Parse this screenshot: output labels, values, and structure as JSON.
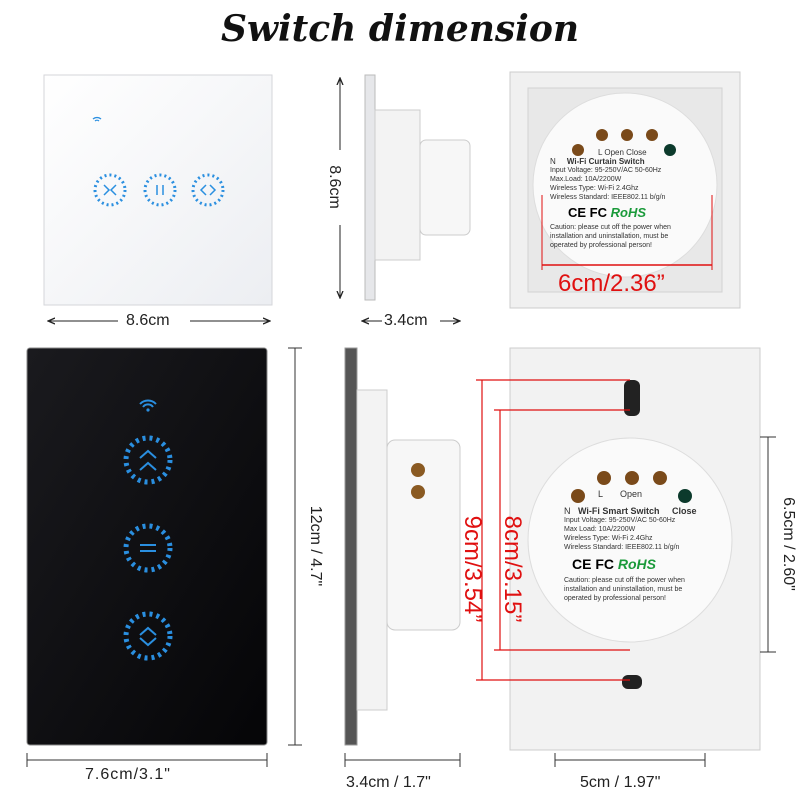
{
  "title": "Switch dimension",
  "top": {
    "front_width": "8.6cm",
    "side_height": "8.6cm",
    "side_depth": "3.4cm",
    "back_dimension": "6cm/2.36”",
    "label": {
      "terminals": "L  Open Close",
      "n": "N",
      "name": "Wi-Fi Curtain Switch",
      "specs": [
        "Input Voltage: 95-250V/AC 50-60Hz",
        "Max.Load: 10A/2200W",
        "Wireless Type: Wi-Fi 2.4Ghz",
        "Wireless Standard: IEEE802.11 b/g/n"
      ],
      "certs": "CE FC",
      "rohs": "RoHS",
      "caution": [
        "Caution: please cut off the power when",
        "installation and uninstallation, must be",
        "operated by professional person!"
      ]
    }
  },
  "bottom": {
    "front_width": "7.6cm/3.1\"",
    "front_height": "12cm / 4.7\"",
    "side_depth": "3.4cm / 1.7\"",
    "back_height_outer": "9cm/3.54”",
    "back_height_inner": "8cm/3.15”",
    "back_module_height": "6.5cm / 2.60\"",
    "back_module_width": "5cm / 1.97\"",
    "label": {
      "terminals_l": "L",
      "terminals_open": "Open",
      "close": "Close",
      "n": "N",
      "name": "Wi-Fi Smart Switch",
      "specs": [
        "Input Voltage: 95-250V/AC 50-60Hz",
        "Max Load: 10A/2200W",
        "Wireless Type: Wi-Fi 2.4Ghz",
        "Wireless Standard: IEEE802.11 b/g/n"
      ],
      "certs": "CE FC",
      "rohs": "RoHS",
      "caution": [
        "Caution: please cut off the power when",
        "installation and uninstallation, must be",
        "operated by professional person!"
      ]
    }
  },
  "colors": {
    "led": "#2a8fe0",
    "red_dim": "#e01010",
    "rohs": "#1a9a3a",
    "black_panel": "#0c0c0e"
  }
}
